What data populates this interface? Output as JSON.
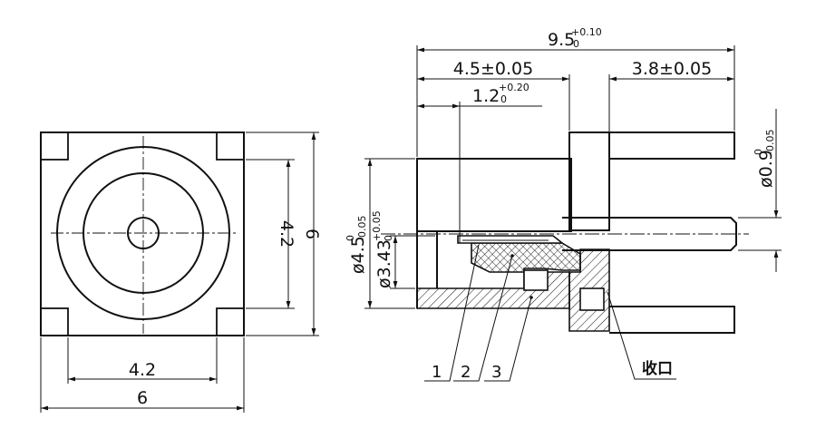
{
  "front_view": {
    "inner_width": "4.2",
    "outer_width": "6",
    "inner_height": "4.2",
    "outer_height": "6"
  },
  "side_view": {
    "overall_length": {
      "base": "9.5",
      "upper": "+0.10",
      "lower": "0"
    },
    "front_length": "4.5±0.05",
    "pin_length": "3.8±0.05",
    "pin_offset": {
      "base": "1.2",
      "upper": "+0.20",
      "lower": "0"
    },
    "outer_dia": {
      "base": "ø4.5",
      "upper": "0",
      "lower": "-0.05"
    },
    "inner_dia": {
      "base": "ø3.43",
      "upper": "+0.05",
      "lower": "0"
    },
    "pin_dia": {
      "base": "ø0.9",
      "upper": "0",
      "lower": "-0.05"
    }
  },
  "callouts": [
    "1",
    "2",
    "3"
  ],
  "note": "收口"
}
